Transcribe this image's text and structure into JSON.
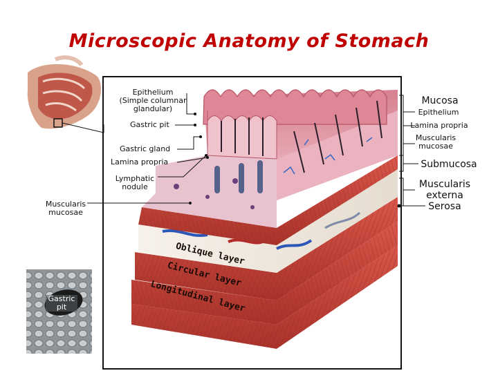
{
  "title": "Microscopic Anatomy of Stomach",
  "labels_left": {
    "epithelium": "Epithelium",
    "epithelium_type_1": "(Simple columnar",
    "epithelium_type_2": "glandular)",
    "gastric_pit": "Gastric pit",
    "gastric_gland": "Gastric gland",
    "lamina_propria": "Lamina propria",
    "lymphatic_nodule_1": "Lymphatic",
    "lymphatic_nodule_2": "nodule",
    "muscularis_mucosae_1": "Muscularis",
    "muscularis_mucosae_2": "mucosae"
  },
  "labels_right": {
    "mucosa": "Mucosa",
    "epithelium": "Epithelium",
    "lamina_propria": "Lamina propria",
    "muscularis_mucosae_1": "Muscularis",
    "muscularis_mucosae_2": "mucosae",
    "submucosa": "Submucosa",
    "muscularis_externa_1": "Muscularis",
    "muscularis_externa_2": "externa",
    "serosa": "Serosa"
  },
  "muscle_layers": {
    "oblique": "Oblique layer",
    "circular": "Circular layer",
    "longitudinal": "Longitudinal layer"
  },
  "inset": {
    "gastric_pit_1": "Gastric",
    "gastric_pit_2": "pit"
  },
  "colors": {
    "title": "#c00000",
    "muscle": "#c8453a",
    "mucosa": "#e7a6b4",
    "submucosa": "#f2ece2"
  }
}
